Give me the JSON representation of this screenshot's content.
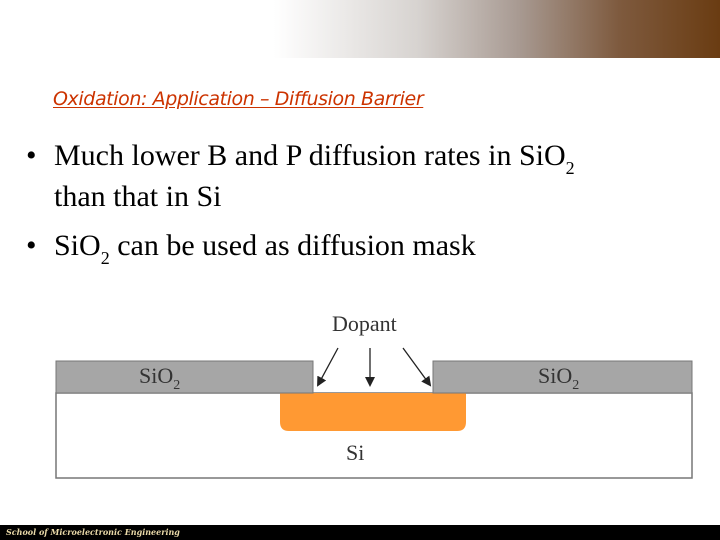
{
  "slide": {
    "title": "Oxidation: Application – Diffusion Barrier",
    "bullets": [
      {
        "line1_a": "Much lower B and P diffusion rates in SiO",
        "line1_sub": "2",
        "line2": "than that in Si"
      },
      {
        "line1_a": "SiO",
        "line1_sub": "2",
        "line1_b": " can be used as diffusion mask"
      }
    ],
    "bullet_symbol": "•"
  },
  "diagram": {
    "dopant_label": "Dopant",
    "oxide_left_label": "SiO",
    "oxide_left_sub": "2",
    "oxide_right_label": "SiO",
    "oxide_right_sub": "2",
    "substrate_label": "Si",
    "colors": {
      "oxide": "#a6a6a6",
      "substrate": "#ffffff",
      "doped_region": "#ff9933",
      "outline": "#666666"
    }
  },
  "footer": {
    "text": "School of Microelectronic Engineering"
  }
}
